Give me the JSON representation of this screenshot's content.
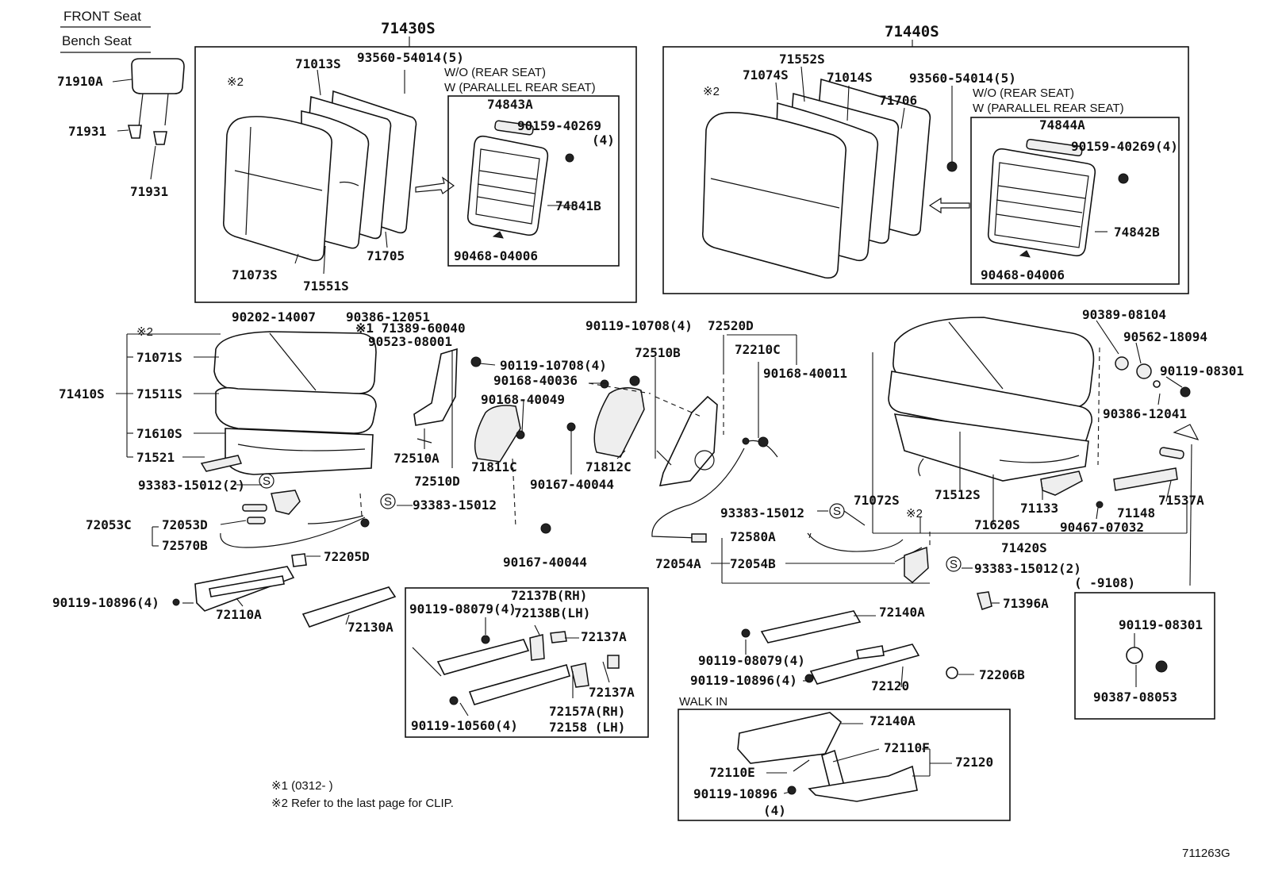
{
  "header": {
    "front_seat": "FRONT Seat",
    "bench_seat": "Bench Seat"
  },
  "groups": {
    "left_back": "71430S",
    "right_back": "71440S",
    "left_cushion": "71410S",
    "right_cushion": "71420S"
  },
  "labels": {
    "p71910A": "71910A",
    "p71931a": "71931",
    "p71931b": "71931",
    "p71013S": "71013S",
    "p93560a": "93560-54014(5)",
    "wo_rear_a": "W/O (REAR SEAT)",
    "w_parallel_a": "W (PARALLEL REAR SEAT)",
    "mark2_a": "※2",
    "p74843A": "74843A",
    "p90159a": "90159-40269",
    "p90159a_q": "(4)",
    "p74841B": "74841B",
    "p90468a": "90468-04006",
    "p71073S": "71073S",
    "p71551S": "71551S",
    "p71705": "71705",
    "p71552S": "71552S",
    "p71074S": "71074S",
    "p71014S": "71014S",
    "p71706": "71706",
    "p93560b": "93560-54014(5)",
    "wo_rear_b": "W/O (REAR SEAT)",
    "w_parallel_b": "W (PARALLEL REAR SEAT)",
    "mark2_b": "※2",
    "p74844A": "74844A",
    "p90159b": "90159-40269(4)",
    "p74842B": "74842B",
    "p90468b": "90468-04006",
    "p90202": "90202-14007",
    "p90386a": "90386-12051",
    "p71389": "※1 71389-60040",
    "p90523": "90523-08001",
    "mark2_c": "※2",
    "p71071S": "71071S",
    "p71511S": "71511S",
    "p71610S": "71610S",
    "p71521": "71521",
    "p90119_10708a": "90119-10708(4)",
    "p90168_40036": "90168-40036",
    "p90168_40049": "90168-40049",
    "p72510A": "72510A",
    "p72510D": "72510D",
    "p71811C": "71811C",
    "p90167a": "90167-40044",
    "p90119_10708b": "90119-10708(4)",
    "p72520D": "72520D",
    "p72510B": "72510B",
    "p72210C": "72210C",
    "p90168_40011": "90168-40011",
    "p71812C": "71812C",
    "p90167b": "90167-40044",
    "p93383a": "93383-15012(2)",
    "p93383b": "93383-15012",
    "p72053C": "72053C",
    "p72053D": "72053D",
    "p72570B": "72570B",
    "p72205D": "72205D",
    "p90119_10896a": "90119-10896(4)",
    "p72110A": "72110A",
    "p72130A": "72130A",
    "p90119_08079a": "90119-08079(4)",
    "p72137B": "72137B(RH)",
    "p72138B": "72138B(LH)",
    "p72137A_a": "72137A",
    "p72137A_b": "72137A",
    "p72157A": "72157A(RH)",
    "p72158": "72158  (LH)",
    "p90119_10560": "90119-10560(4)",
    "p90389": "90389-08104",
    "p90562": "90562-18094",
    "p90119_08301a": "90119-08301",
    "p90386b": "90386-12041",
    "p71072S": "71072S",
    "mark2_d": "※2",
    "p71512S": "71512S",
    "p71133": "71133",
    "p71148": "71148",
    "p71537A": "71537A",
    "p71620S": "71620S",
    "p90467": "90467-07032",
    "p93383c": "93383-15012",
    "p72580A": "72580A",
    "p72054A": "72054A",
    "p72054B": "72054B",
    "p93383d": "93383-15012(2)",
    "p9108": "(     -9108)",
    "p71396A": "71396A",
    "p90119_08301b": "90119-08301",
    "p90387": "90387-08053",
    "p72140A_a": "72140A",
    "p90119_08079b": "90119-08079(4)",
    "p90119_10896b": "90119-10896(4)",
    "p72120_a": "72120",
    "p72206B": "72206B",
    "walk_in": "WALK IN",
    "p72140A_b": "72140A",
    "p72110F": "72110F",
    "p72120_b": "72120",
    "p72110E": "72110E",
    "p90119_10896c": "90119-10896",
    "p90119_10896c_q": "(4)",
    "s_mark": "S"
  },
  "footnotes": {
    "note1": "※1  (0312-    )",
    "note2": "※2  Refer to the last page for CLIP."
  },
  "figure_id": "711263G"
}
